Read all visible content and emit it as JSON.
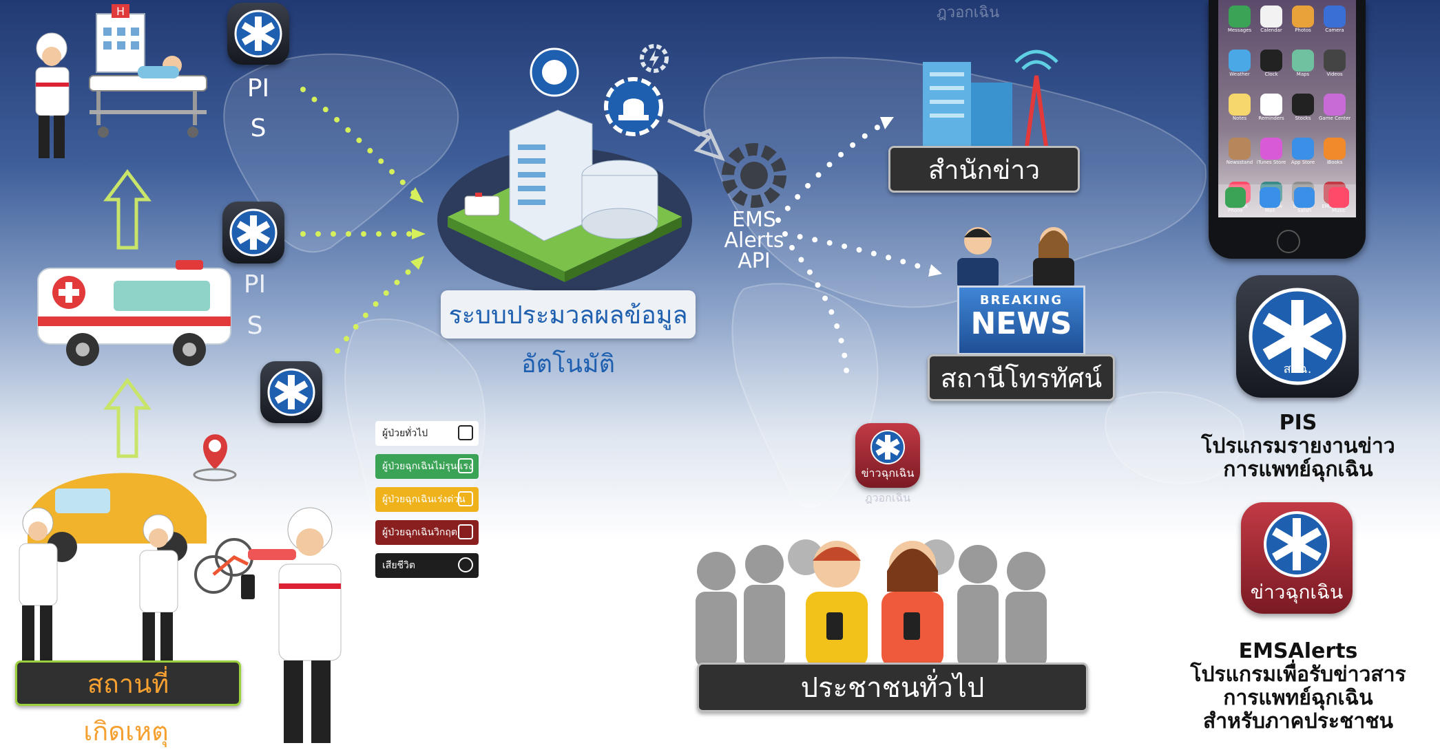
{
  "diagram": {
    "watermark_top": "ฎวอกเฉิน",
    "scene_label": {
      "line1": "สถานที่",
      "line2": "เกิดเหตุ"
    },
    "pis_labels": [
      {
        "line1": "PI",
        "line2": "S"
      },
      {
        "line1": "PI",
        "line2": "S"
      }
    ],
    "processing": {
      "line1": "ระบบประมวลผลข้อมูล",
      "line2": "อัตโนมัติ"
    },
    "api_label": {
      "line1": "EMS",
      "line2": "Alerts",
      "line3": "API"
    },
    "news_agency": "สำนักข่าว",
    "tv_station": "สถานีโทรทัศน์",
    "breaking_news": {
      "line1": "BREAKING",
      "line2": "NEWS"
    },
    "public": "ประชาชนทั่วไป",
    "alert_icon_small": {
      "caption": "ข่าวฉุกเฉิน",
      "reflection": "ฎวอกเฉิน"
    },
    "triage_legend": [
      {
        "label": "ผู้ป่วยทั่วไป",
        "color": "#ffffff",
        "text_color": "#222222"
      },
      {
        "label": "ผู้ป่วยฉุกเฉินไม่รุนแรง",
        "color": "#3aa356",
        "text_color": "#ffffff"
      },
      {
        "label": "ผู้ป่วยฉุกเฉินเร่งด่วน",
        "color": "#f0b21b",
        "text_color": "#ffffff"
      },
      {
        "label": "ผู้ป่วยฉุกเฉินวิกฤต",
        "color": "#8a1f1f",
        "text_color": "#ffffff"
      },
      {
        "label": "เสียชีวิต",
        "color": "#1e1e1e",
        "text_color": "#ffffff"
      }
    ],
    "pis_app": {
      "title": "PIS",
      "line1": "โปรแกรมรายงานข่าว",
      "line2": "การแพทย์ฉุกเฉิน"
    },
    "alerts_app": {
      "icon_caption": "ข่าวฉุกเฉิน",
      "title": "EMSAlerts",
      "line1": "โปรแกรมเพื่อรับข่าวสาร",
      "line2": "การแพทย์ฉุกเฉิน",
      "line3": "สำหรับภาคประชาชน"
    },
    "app_logo_text": "สพฉ.",
    "phone_app_labels": [
      "Messages",
      "Calendar",
      "Photos",
      "Camera",
      "Weather",
      "Clock",
      "Maps",
      "Videos",
      "Notes",
      "Reminders",
      "Stocks",
      "Game Center",
      "Newsstand",
      "iTunes Store",
      "App Store",
      "iBooks",
      "Health",
      "Passbook",
      "Settings",
      "EMS Alerts"
    ],
    "dock_labels": [
      "Phone",
      "Mail",
      "Safari",
      "Music"
    ],
    "colors": {
      "scene_label_text": "#f5a030",
      "scene_label_border": "#9bd13d",
      "arrow_green": "#c8e56a",
      "dot_green": "#d5f05a",
      "dot_white": "#ffffff",
      "processing_blue": "#1f5fb0"
    }
  }
}
